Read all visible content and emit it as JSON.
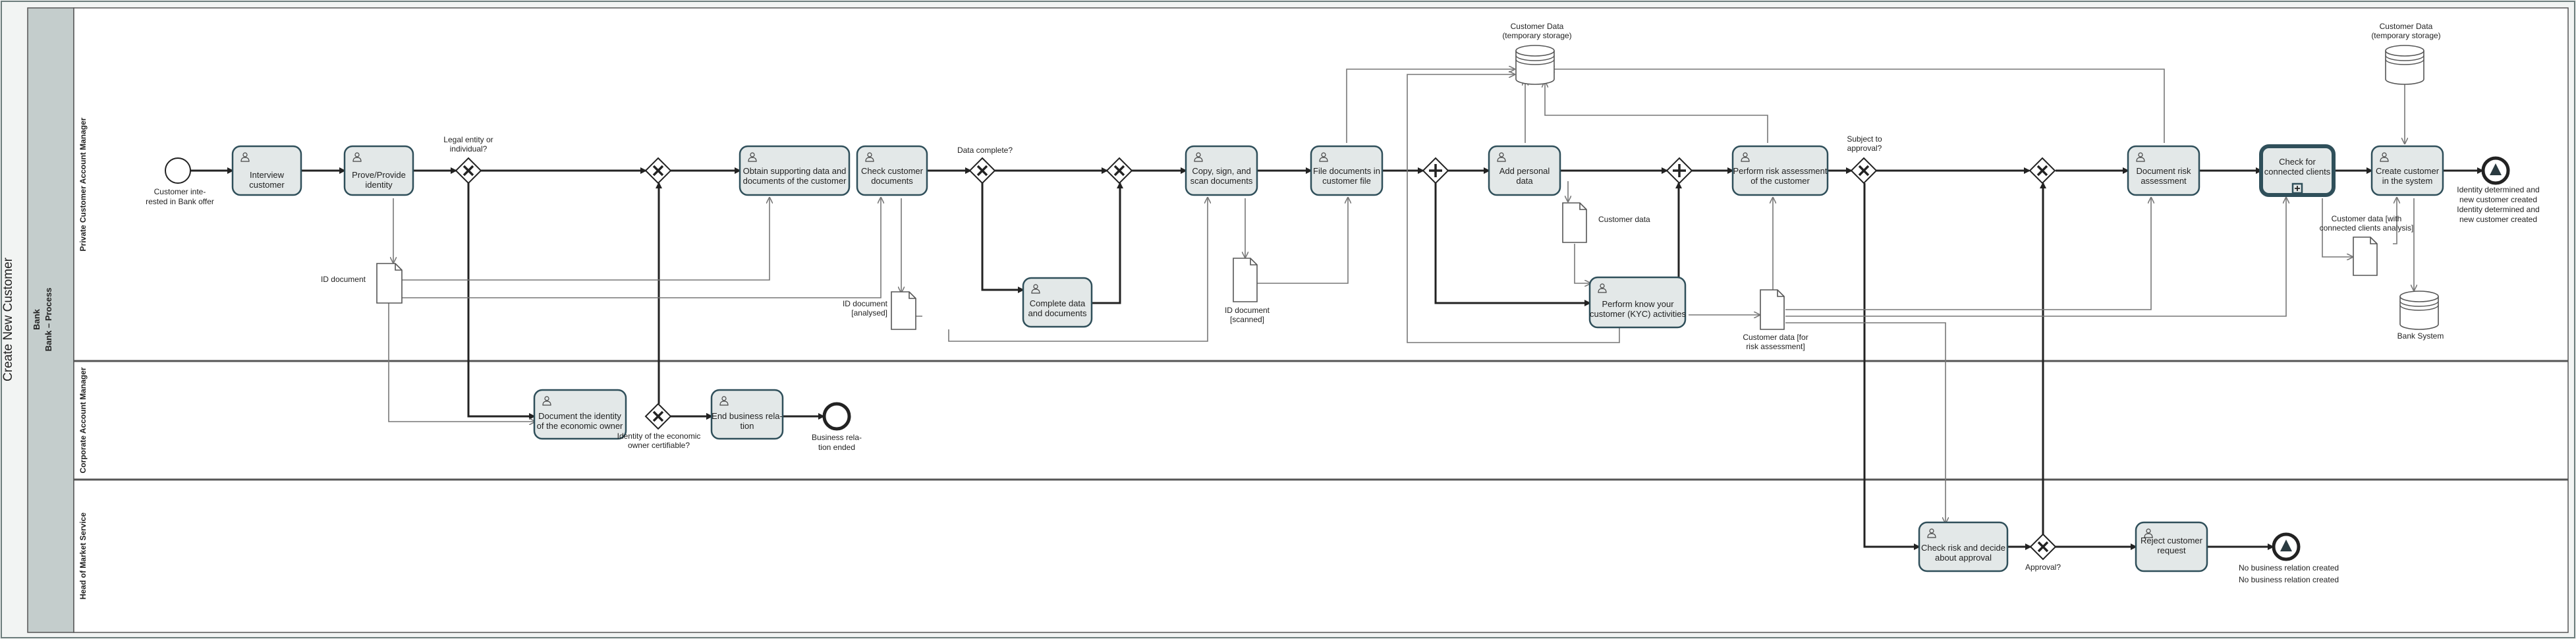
{
  "diagram": {
    "title": "Create New Customer",
    "pool": {
      "name": "Bank",
      "subtitle": "Bank – Process"
    },
    "lanes": {
      "lane1": "Private Customer Account Manager",
      "lane2": "Corporate Account Manager",
      "lane3": "Head of Market Service"
    },
    "tasks": {
      "interview": [
        "Interview",
        "customer"
      ],
      "prove": [
        "Prove/Provide",
        "identity"
      ],
      "obtain": [
        "Obtain supporting data and",
        "documents of the customer"
      ],
      "check_docs": [
        "Check customer",
        "documents"
      ],
      "copy": [
        "Copy, sign, and",
        "scan documents"
      ],
      "file": [
        "File documents in",
        "customer file"
      ],
      "add_personal": [
        "Add personal",
        "data"
      ],
      "risk_assess": [
        "Perform risk assessment",
        "of the customer"
      ],
      "doc_risk": [
        "Document risk",
        "assessment"
      ],
      "connected": [
        "Check for",
        "connected clients"
      ],
      "create": [
        "Create customer",
        "in the system"
      ],
      "complete": [
        "Complete data",
        "and documents"
      ],
      "kyc": [
        "Perform know your",
        "customer (KYC) activities"
      ],
      "doc_identity": [
        "Document the identity",
        "of the economic owner"
      ],
      "end_rel": [
        "End business rela-",
        "tion"
      ],
      "check_risk": [
        "Check risk and decide",
        "about approval"
      ],
      "reject": [
        "Reject customer",
        "request"
      ]
    },
    "events": {
      "start": [
        "Customer inte-",
        "rested in Bank offer"
      ],
      "end_identity": [
        "Identity determined and",
        "new customer created"
      ],
      "end_business": [
        "Business rela-",
        "tion ended"
      ],
      "end_no_relation": "No business relation created"
    },
    "gateways": {
      "legal": [
        "Legal entity or",
        "individual?"
      ],
      "data_complete": "Data complete?",
      "subject": [
        "Subject to",
        "approval?"
      ],
      "certifiable": [
        "Identity of the economic",
        "owner certifiable?"
      ],
      "approval": "Approval?"
    },
    "artifacts": {
      "id_doc": "ID document",
      "id_analysed": [
        "ID document",
        "[analysed]"
      ],
      "id_scanned": [
        "ID document",
        "[scanned]"
      ],
      "cust_data": "Customer data",
      "cust_risk": [
        "Customer data [for",
        "risk assessment]"
      ],
      "cust_connected": [
        "Customer data [with",
        "connected clients analysis]"
      ],
      "store1": [
        "Customer Data",
        "(temporary storage)"
      ],
      "store2": [
        "Customer Data",
        "(temporary storage)"
      ],
      "bank_system": "Bank System"
    }
  },
  "colors": {
    "task_fill": "#e3e8e8",
    "task_stroke": "#2f4f5a",
    "pool_header": "#c4cdcc",
    "background": "#f2f4f3"
  }
}
